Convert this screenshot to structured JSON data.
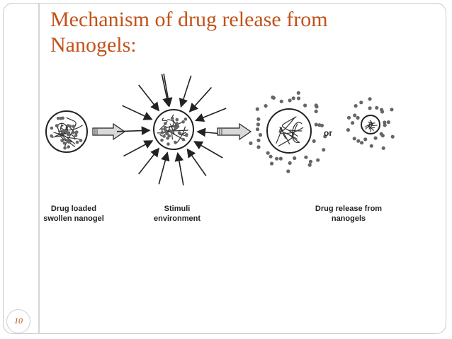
{
  "slide": {
    "title_line1": "Mechanism of drug release from",
    "title_line2": "Nanogels:",
    "page_number": "10"
  },
  "diagram": {
    "caption_loaded_line1": "Drug loaded",
    "caption_loaded_line2": "swollen nanogel",
    "caption_stimuli_line1": "Stimuli",
    "caption_stimuli_line2": "environment",
    "caption_release_line1": "Drug release from",
    "caption_release_line2": "nanogels",
    "or_label": "or"
  },
  "colors": {
    "title": "#c2521a",
    "ink": "#222222",
    "drug_dot": "#555555",
    "arrow_fill": "#d9d9d9"
  }
}
